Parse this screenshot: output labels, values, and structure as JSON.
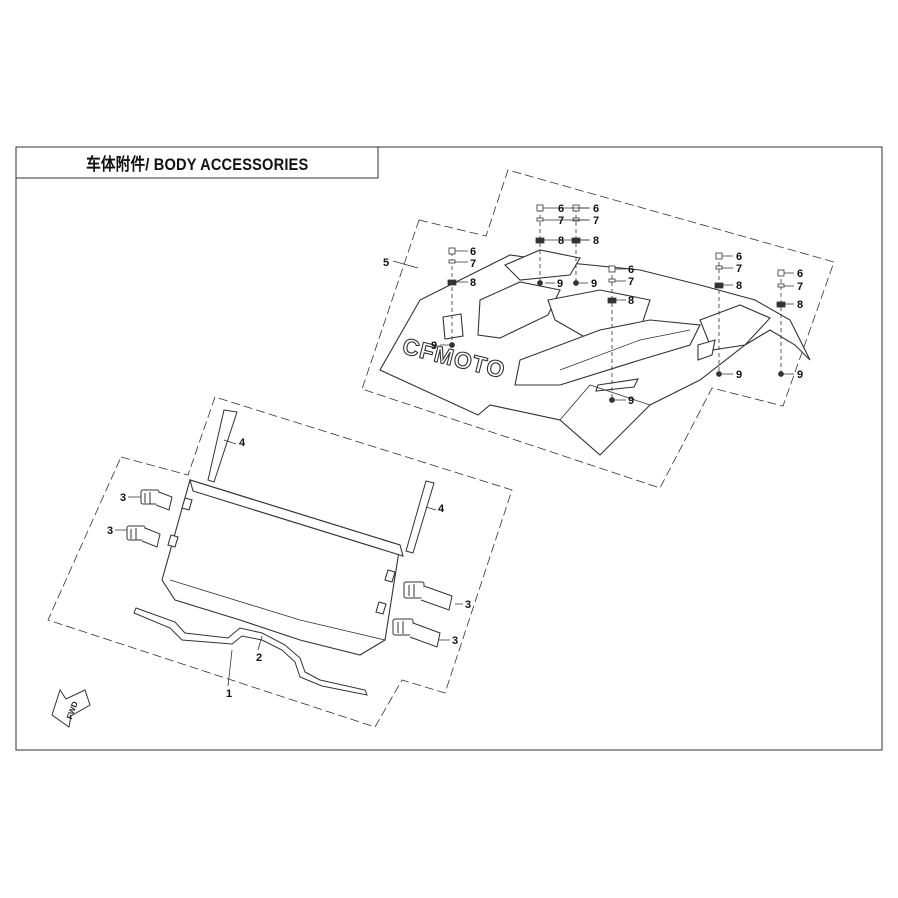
{
  "header": {
    "title": "车体附件/ BODY ACCESSORIES"
  },
  "diagram": {
    "logo_text": "CFMOTO",
    "fwd_label": "FWD",
    "callouts": {
      "c1": "1",
      "c2": "2",
      "c3a": "3",
      "c3b": "3",
      "c3c": "3",
      "c3d": "3",
      "c4a": "4",
      "c4b": "4",
      "c5": "5",
      "c6a": "6",
      "c6b": "6",
      "c6c": "6",
      "c6d": "6",
      "c6e": "6",
      "c6f": "6",
      "c7a": "7",
      "c7b": "7",
      "c7c": "7",
      "c7d": "7",
      "c7e": "7",
      "c7f": "7",
      "c8a": "8",
      "c8b": "8",
      "c8c": "8",
      "c8d": "8",
      "c8e": "8",
      "c8f": "8",
      "c9a": "9",
      "c9b": "9",
      "c9c": "9",
      "c9d": "9",
      "c9e": "9",
      "c9f": "9"
    }
  }
}
